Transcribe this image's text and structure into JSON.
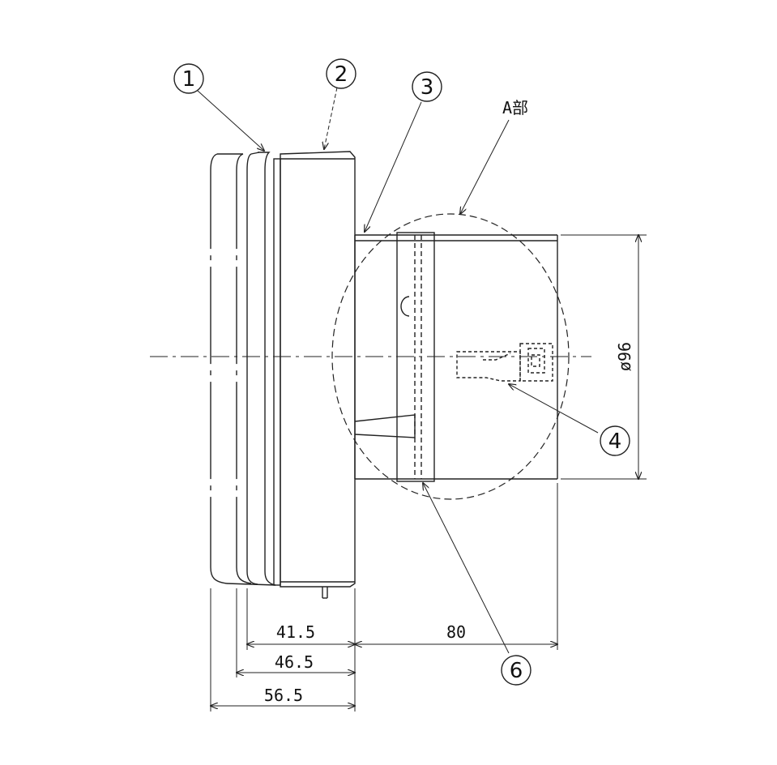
{
  "callouts": [
    {
      "id": "1",
      "text": "1"
    },
    {
      "id": "2",
      "text": "2"
    },
    {
      "id": "3",
      "text": "3"
    },
    {
      "id": "4",
      "text": "4"
    },
    {
      "id": "6",
      "text": "6"
    }
  ],
  "section_label": "A部",
  "dimensions": {
    "d_41_5": "41.5",
    "d_46_5": "46.5",
    "d_56_5": "56.5",
    "d_80": "80",
    "d_dia96": "ø96"
  },
  "colors": {
    "line": "#222222",
    "background": "#ffffff"
  }
}
